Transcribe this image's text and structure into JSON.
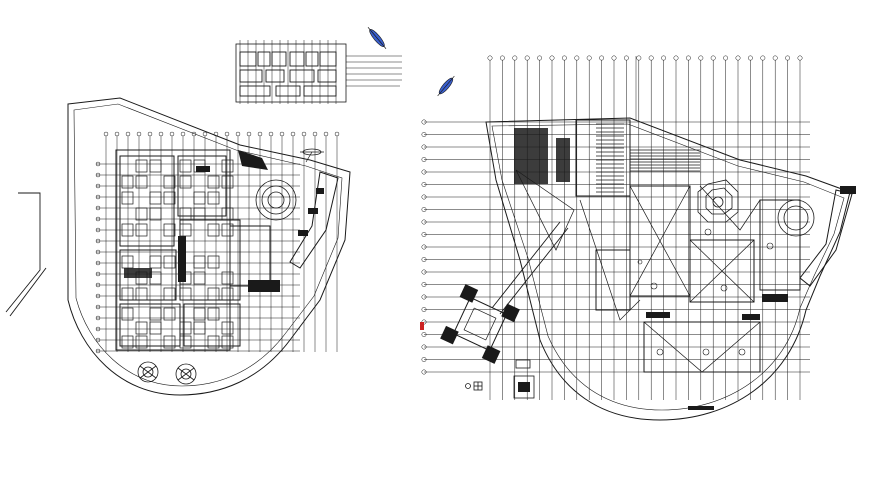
{
  "drawing": {
    "colors": {
      "ink": "#1a1a1a",
      "north_arrow": "#3a5fcd",
      "marker": "#cc2222",
      "paper": "#ffffff"
    },
    "icons": {
      "north_arrow": "compass-needle-icon",
      "tree": "tree-symbol-icon"
    },
    "sheets": [
      {
        "id": "left-floor-plan",
        "kind": "floor-plan"
      },
      {
        "id": "key-plan-thumbnail",
        "kind": "key-plan"
      },
      {
        "id": "right-roof-plan",
        "kind": "roof-plan"
      }
    ]
  }
}
